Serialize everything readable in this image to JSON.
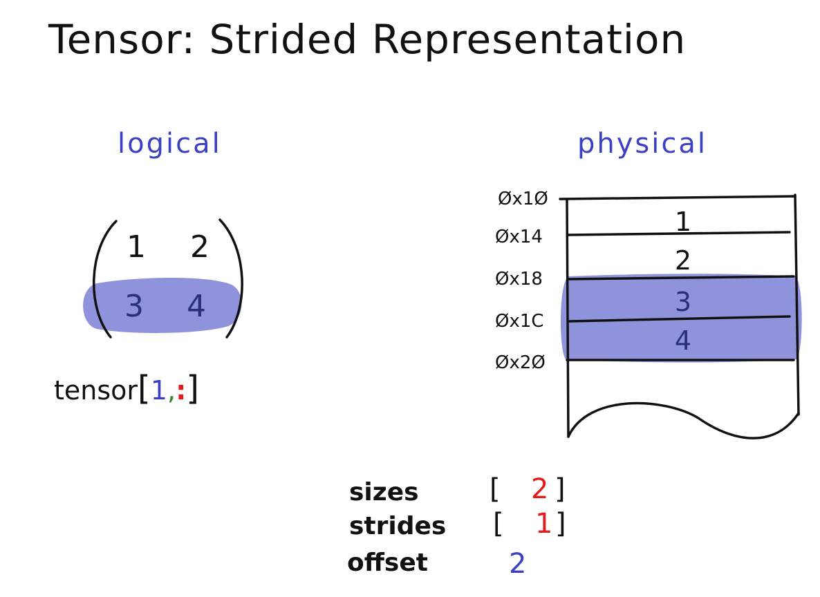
{
  "title": "Tensor: Strided Representation",
  "logical": {
    "heading": "logical",
    "matrix": [
      [
        "1",
        "2"
      ],
      [
        "3",
        "4"
      ]
    ],
    "indexing": {
      "prefix": "tensor",
      "open": "[",
      "row": "1",
      "comma": ",",
      "colon": ":",
      "close": "]"
    }
  },
  "physical": {
    "heading": "physical",
    "addresses": [
      "Øx1Ø",
      "Øx14",
      "Øx18",
      "Øx1C",
      "Øx2Ø"
    ],
    "cells": [
      "1",
      "2",
      "3",
      "4"
    ]
  },
  "meta": {
    "sizes_label": "sizes",
    "sizes_value": "2",
    "strides_label": "strides",
    "strides_value": "1",
    "offset_label": "offset",
    "offset_value": "2",
    "open_bracket": "[",
    "close_bracket": "]"
  },
  "colors": {
    "highlight": "#8f93dc",
    "heading": "#3a3fc4",
    "red": "#e31b1b",
    "green": "#2b8a2b"
  }
}
